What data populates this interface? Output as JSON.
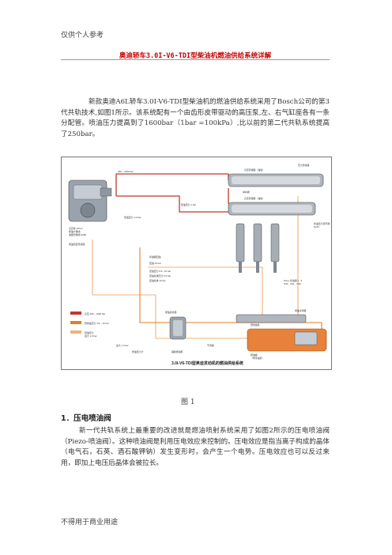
{
  "header_note": "仅供个人参考",
  "doc_title": "奥迪轿车3.0I-V6-TDI型柴油机燃油供给系统详解",
  "intro_paragraph": "新款奥迪A6L轿车3.0I-V6-TDI型柴油机的燃油供给系统采用了Bosch公司的第3代共轨技术,如图1所示。该系统配有一个由齿形皮带驱动的高压泵,左、右气缸座各有一条分配管。喷油压力提高到了1600bar（1bar =100kPa）,比以前的第二代共轨系统提高了250bar。",
  "figure": {
    "caption": "图 1",
    "diagram_title": "3.0I-V6-TDI型奥迪发动机的燃油供给系统",
    "labels": {
      "hp_line": "200 ~ 1600 bar",
      "rail_top": "高压存储器（油轨）",
      "rail_mid": "高压存储器（油轨）",
      "pressure_sensor": "压力传感器",
      "pressure_valve": "单向阀",
      "return_pressure_a": "回油压力 1 bar",
      "return_pressure_b": "回油压力 1.0 bar",
      "pump": "高压泵 CP3.3",
      "pump_sub": "燃油计量阀",
      "pump_sub2": "油量控制阀 N290",
      "temp_sensor": "燃油温度传感器",
      "injector_return": "喷油器回油",
      "piezo_note": "Piezo 喷油器 1 - 3",
      "piezo_note_b": "N30、N31、N32",
      "valve_note": "喷油压力调节阀",
      "valve_note_b": "N276",
      "filter": "燃油滤清器",
      "tank_pump": "预供油泵",
      "tank": "燃油箱",
      "tank_sub": "（附带油泵）",
      "cooler": "燃油冷却器",
      "return_a": "回油 10 bar",
      "return_b": "回油压力 0.8 - 10 bar",
      "return_c": "回油系统压力 5.4 bar",
      "return_d": "回油系统 10 bar",
      "hp_legend": "高压 200 ~ 1600 bar",
      "lp_legend": "预供油压力 3.5 ~ 10 bar",
      "ret_legend": "回油压力",
      "ret_legend_b": "最大 1.0 bar",
      "pump_pressure": "最大 1.0 bar",
      "restrictor": "节流阀",
      "flow": "燃油压力计",
      "module": "辅助燃油泵"
    }
  },
  "section_heading": "1．压电喷油阀",
  "section_paragraph": "新一代共轨系统上最重要的改进就是燃油喷射系统采用了如图2所示的压电喷油阀（Piezo-喷油阀）。这种喷油阀是利用压电效应来控制的。压电效应是指当离子构成的晶体（电气石，石英、酒石酸钾钠）发生变形时，会产生一个电势。压电效应也可以反过来用，即加上电压后晶体会被拉长。",
  "footer_note": "不得用于商业用途",
  "colors": {
    "title_red": "#c00000",
    "high_pressure": "#c0392b",
    "low_pressure": "#e67e22",
    "return": "#f0b27a",
    "tank": "#e8823a"
  }
}
